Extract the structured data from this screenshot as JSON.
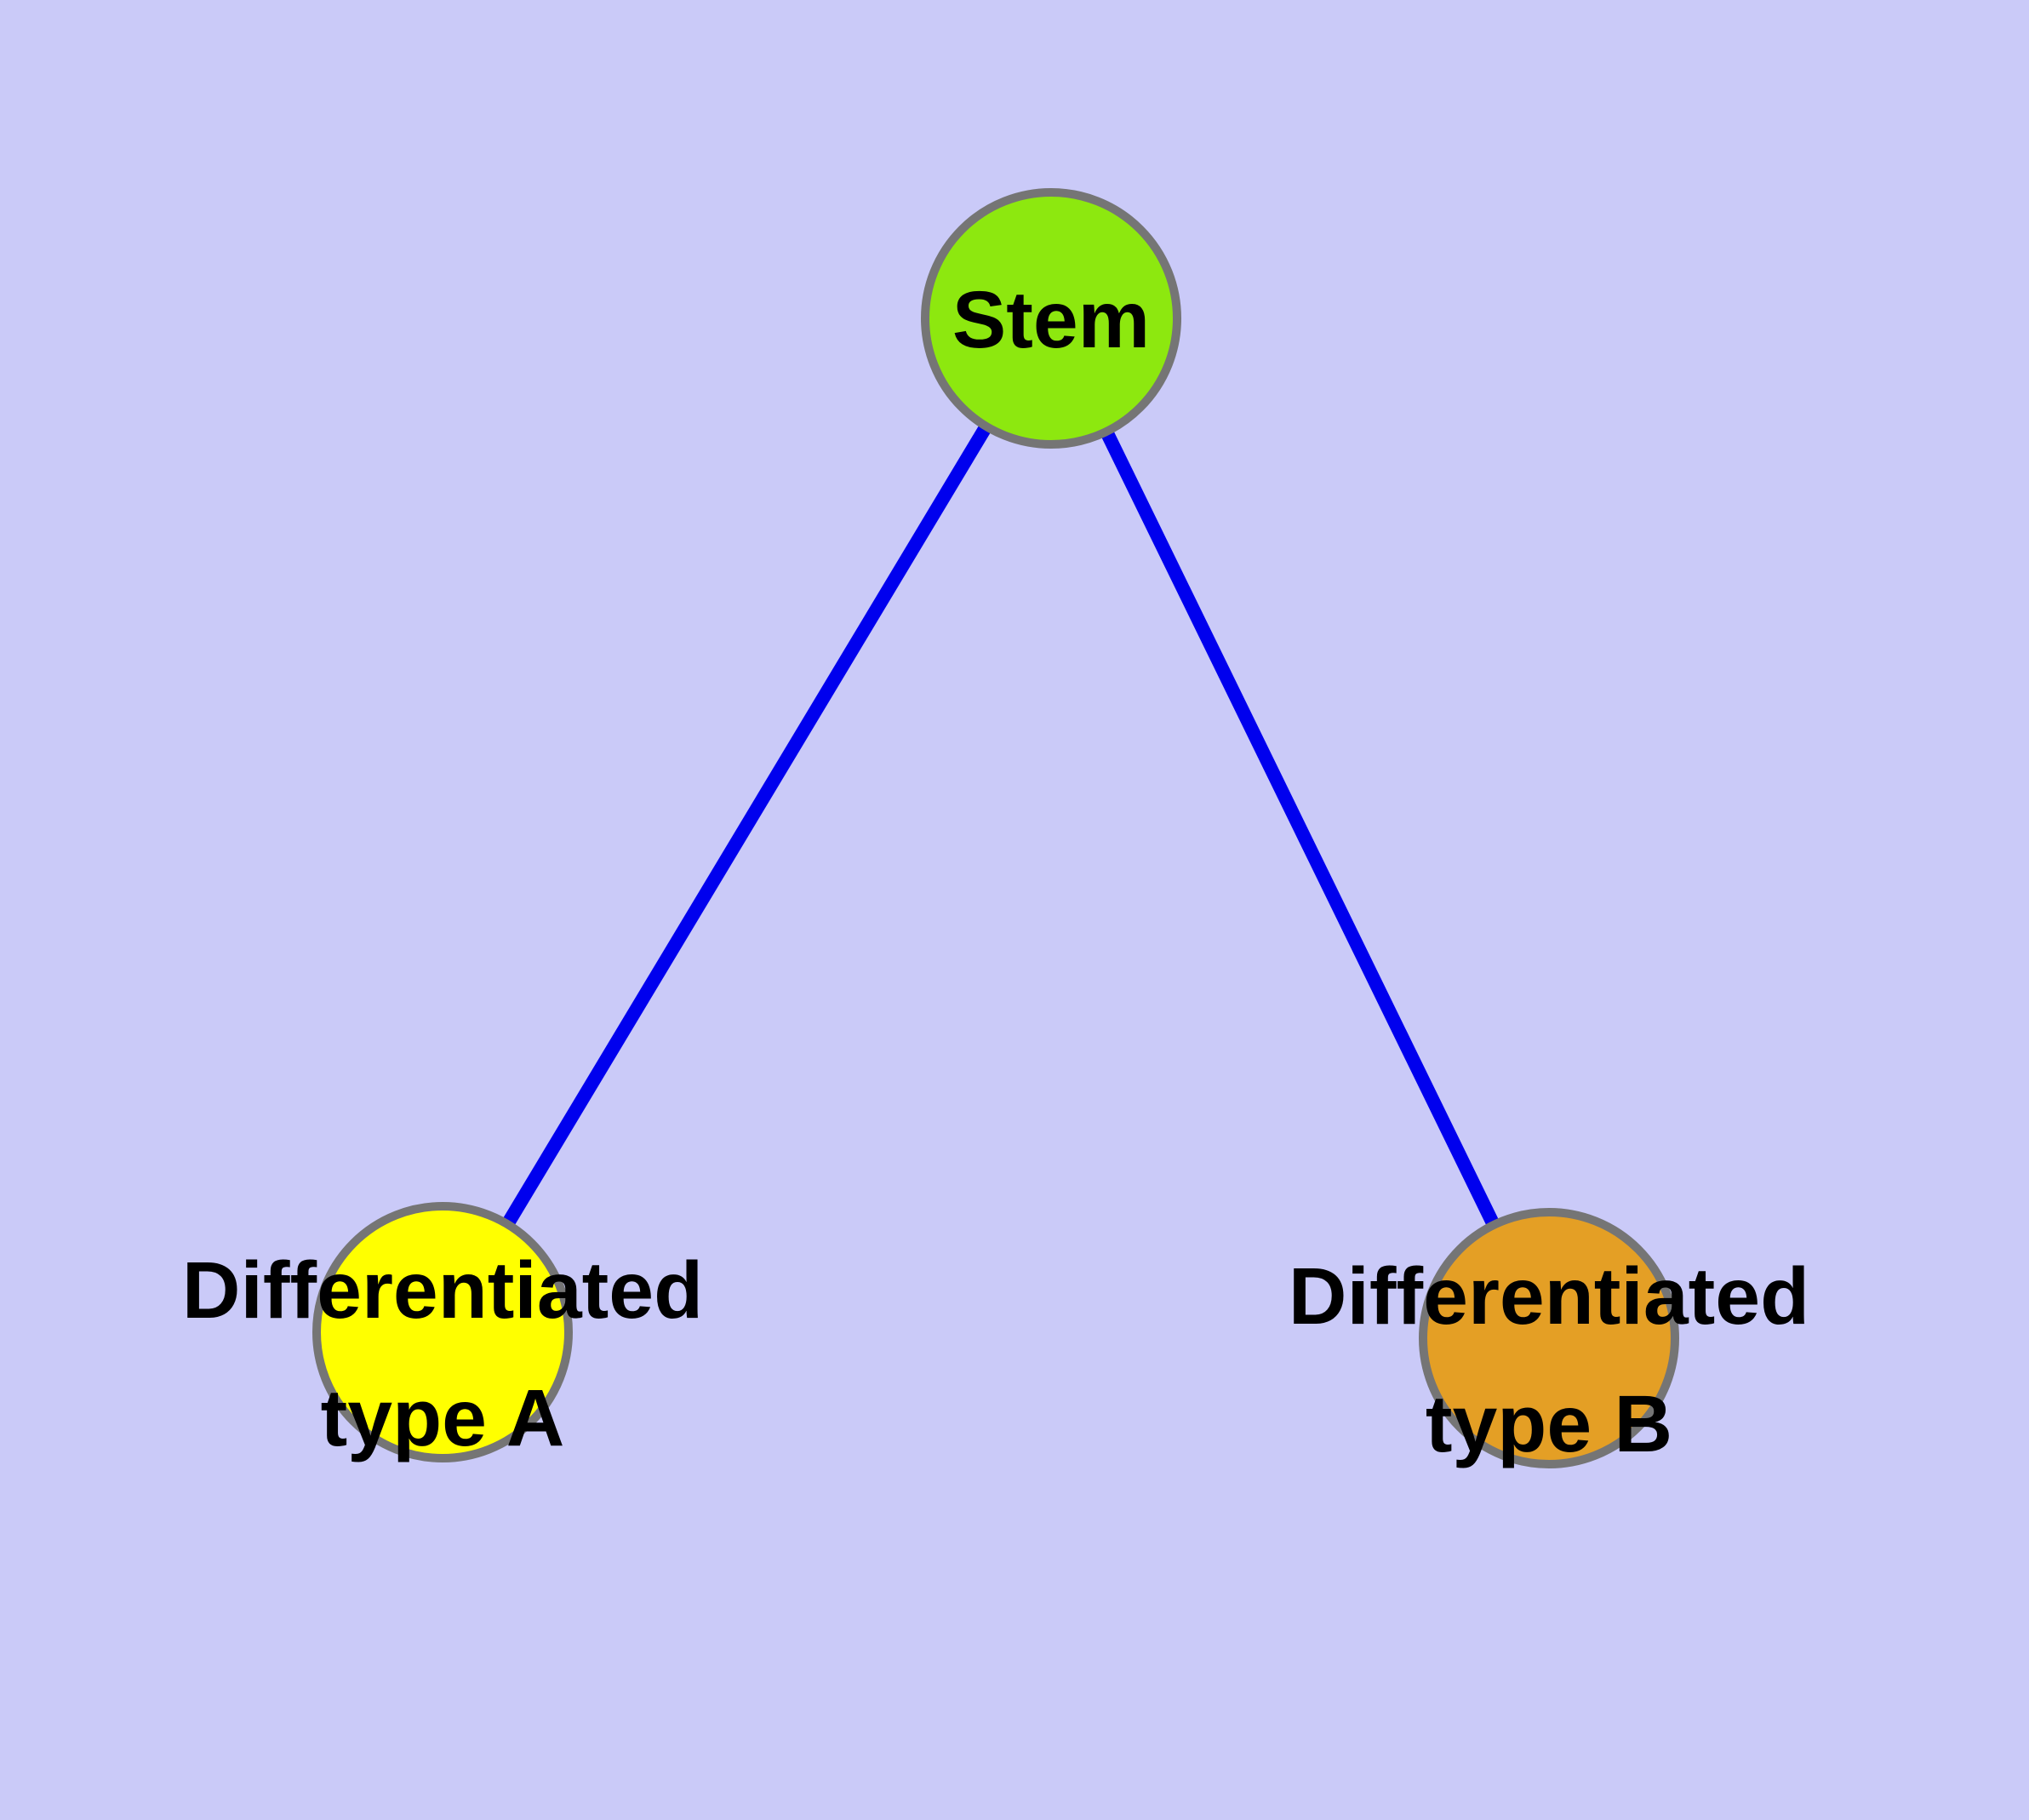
{
  "diagram": {
    "type": "graph",
    "description": "Stem cell differentiation network: one stem node connected to two differentiated cell-type nodes",
    "nodes": [
      {
        "id": "stem",
        "label": "Stem",
        "label_lines": [
          "Stem"
        ],
        "color": "#8DE80F",
        "shape": "circle"
      },
      {
        "id": "differentiated-type-a",
        "label": "Differentiated type A",
        "label_lines": [
          "Differentiated",
          "type A"
        ],
        "color": "#FFFF00",
        "shape": "circle"
      },
      {
        "id": "differentiated-type-b",
        "label": "Differentiated type B",
        "label_lines": [
          "Differentiated",
          "type B"
        ],
        "color": "#E49F25",
        "shape": "circle"
      }
    ],
    "edges": [
      {
        "from": "Stem",
        "to": "Differentiated type A"
      },
      {
        "from": "Stem",
        "to": "Differentiated type B"
      }
    ],
    "colors": {
      "background": "#CACAF8",
      "edge": "#0000EE",
      "node_border": "#757575",
      "label_text": "#000000"
    }
  }
}
